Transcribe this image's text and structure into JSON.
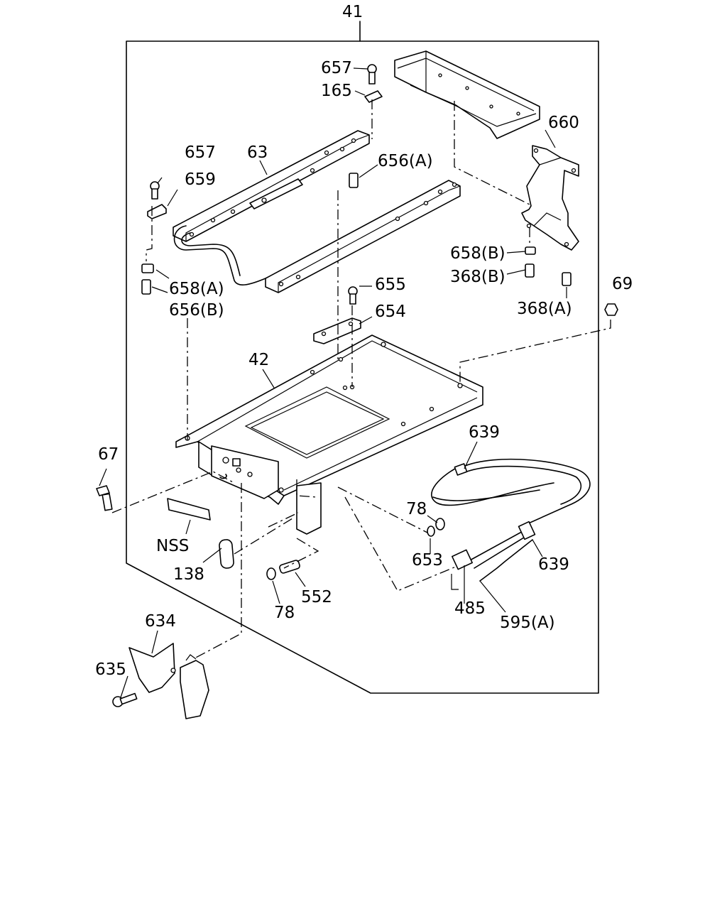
{
  "callouts": {
    "c41": "41",
    "c657a": "657",
    "c165": "165",
    "c660": "660",
    "c657b": "657",
    "c63": "63",
    "c656a": "656(A)",
    "c659": "659",
    "c658b": "658(B)",
    "c368b": "368(B)",
    "c368a": "368(A)",
    "c69": "69",
    "c658a": "658(A)",
    "c656b": "656(B)",
    "c655": "655",
    "c654": "654",
    "c42": "42",
    "c639a": "639",
    "c67": "67",
    "c78a": "78",
    "c653": "653",
    "c639b": "639",
    "cnss": "NSS",
    "c138": "138",
    "c552": "552",
    "c78b": "78",
    "c485": "485",
    "c595a": "595(A)",
    "c634": "634",
    "c635": "635"
  }
}
